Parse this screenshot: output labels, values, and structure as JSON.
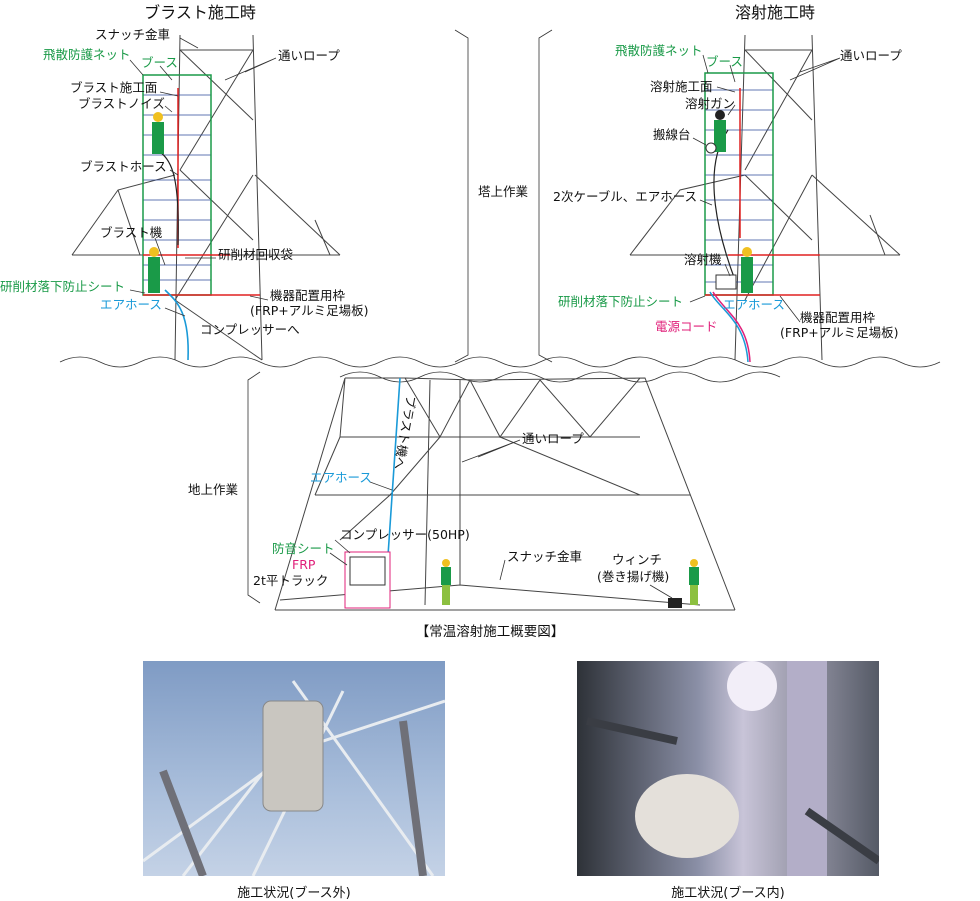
{
  "blast": {
    "title": "ブラスト施工時",
    "snatch_block": "スナッチ金車",
    "scatter_net": "飛散防護ネット",
    "booth": "ブース",
    "rope": "通いロープ",
    "surface": "ブラスト施工面",
    "noise": "ブラストノイズ",
    "hose": "ブラストホース",
    "machine": "ブラスト機",
    "bag": "研削材回収袋",
    "sheet": "研削材落下防止シート",
    "air_hose": "エアホース",
    "frame": "機器配置用枠",
    "frame_detail": "(FRP+アルミ足場板)",
    "to_compressor": "コンプレッサーへ"
  },
  "tower_work": "塔上作業",
  "spray": {
    "title": "溶射施工時",
    "scatter_net": "飛散防護ネット",
    "booth": "ブース",
    "rope": "通いロープ",
    "surface": "溶射施工面",
    "gun": "溶射ガン",
    "reel": "搬線台",
    "cable": "2次ケーブル、エアホース",
    "machine": "溶射機",
    "sheet": "研削材落下防止シート",
    "air_hose": "エアホース",
    "power_cord": "電源コード",
    "frame": "機器配置用枠",
    "frame_detail": "(FRP+アルミ足場板)"
  },
  "ground": {
    "label": "地上作業",
    "to_blast": "ブラスト機へ",
    "rope": "通いロープ",
    "air_hose": "エアホース",
    "compressor": "コンプレッサー(50HP)",
    "sound_sheet": "防音シート",
    "frp": "FRP",
    "truck": "2t平トラック",
    "snatch_block": "スナッチ金車",
    "winch": "ウィンチ",
    "winch_detail": "(巻き揚げ機)",
    "caption": "【常温溶射施工概要図】"
  },
  "photos": [
    {
      "caption": "施工状況(ブース外)"
    },
    {
      "caption": "施工状況(ブース内)"
    }
  ]
}
